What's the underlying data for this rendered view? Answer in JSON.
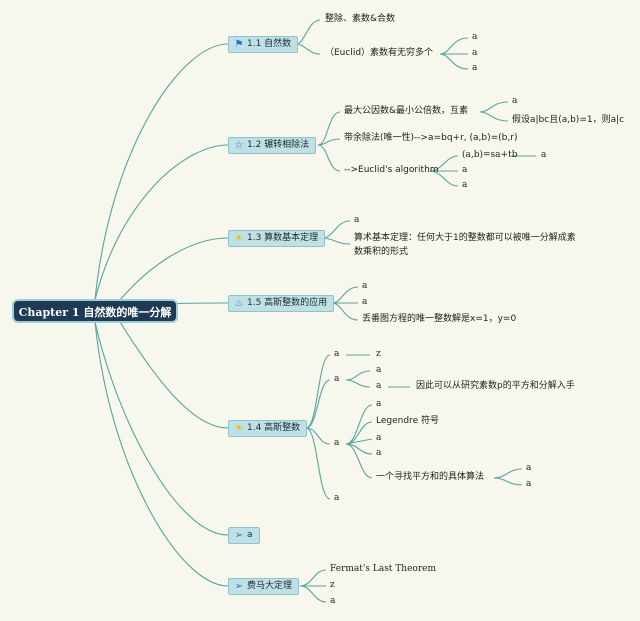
{
  "root": {
    "label": "Chapter 1 自然数的唯一分解"
  },
  "b1": {
    "label": "1.1 自然数",
    "c1": "整除、素数&合数",
    "c2": "（Euclid）素数有无穷多个",
    "c2_kids": [
      "a",
      "a",
      "a"
    ]
  },
  "b2": {
    "label": "1.2 辗转相除法",
    "c1": "最大公因数&最小公倍数，互素",
    "c1_kids": [
      "a",
      "假设a|bc且(a,b)=1，则a|c"
    ],
    "c2": "带余除法(唯一性)-->a=bq+r, (a,b)=(b,r)",
    "c3": "-->Euclid's algorithm",
    "c3_kids": [
      "(a,b)=sa+tb",
      "a",
      "a"
    ],
    "c3_g": "a"
  },
  "b3": {
    "label": "1.3 算数基本定理",
    "c1": "a",
    "c2_line1": "算术基本定理：任何大于1的整数都可以被唯一分解成素",
    "c2_line2": "数乘积的形式"
  },
  "b4": {
    "label": "1.5 高斯整数的应用",
    "c1": "a",
    "c2": "a",
    "c3": "丢番图方程的唯一整数解是x=1，y=0"
  },
  "b5": {
    "label": "1.4 高斯整数",
    "n1": "a",
    "n1_kid": "z",
    "n2": "a",
    "n2_kids": [
      "a",
      "a"
    ],
    "n2_g": "因此可以从研究素数p的平方和分解入手",
    "n3": "a",
    "n3_kids": [
      "a",
      "Legendre 符号",
      "a",
      "a",
      "一个寻找平方和的具体算法"
    ],
    "n3_g": [
      "a",
      "a"
    ],
    "n4": "a"
  },
  "b6": {
    "label": "a"
  },
  "b7": {
    "label": "费马大定理",
    "kids": [
      "Fermat's Last Theorem",
      "z",
      "a"
    ]
  },
  "colors": {
    "line": "#5aa3a0",
    "branch_bg": "#bfe1e6",
    "root_bg": "#1e3a55"
  },
  "icons": [
    "flag-icon",
    "star-icon",
    "sun-icon",
    "flame-icon",
    "sun-icon",
    "send-icon",
    "send-icon"
  ]
}
